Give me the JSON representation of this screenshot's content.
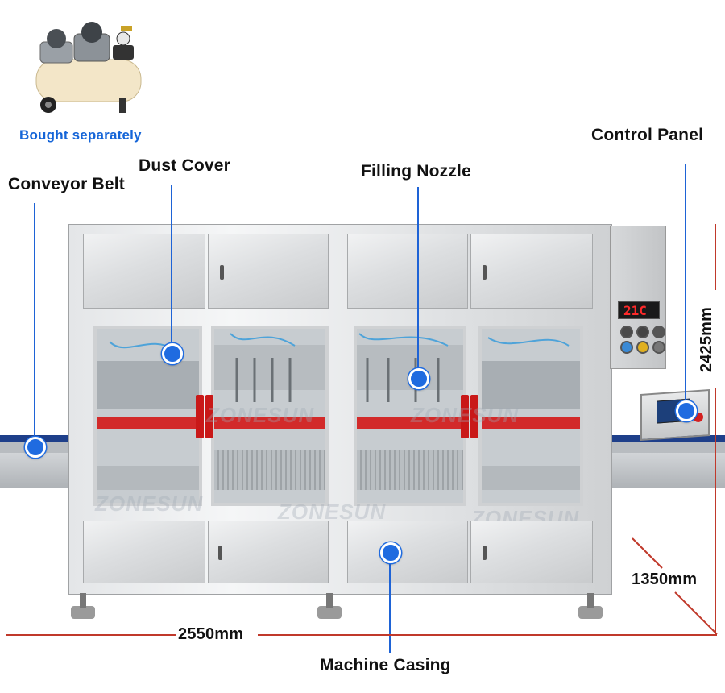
{
  "labels": {
    "bought_separately": "Bought separately",
    "dust_cover": "Dust Cover",
    "conveyor_belt": "Conveyor Belt",
    "filling_nozzle": "Filling Nozzle",
    "control_panel": "Control Panel",
    "machine_casing": "Machine Casing"
  },
  "dimensions": {
    "width": "2550mm",
    "height": "2425mm",
    "depth": "1350mm"
  },
  "machine": {
    "watermark": "ZONESUN",
    "temp_display": "21C"
  },
  "colors": {
    "callout": "#1f6be0",
    "dimension_line": "#c0392b",
    "label_blue": "#1565d8"
  }
}
